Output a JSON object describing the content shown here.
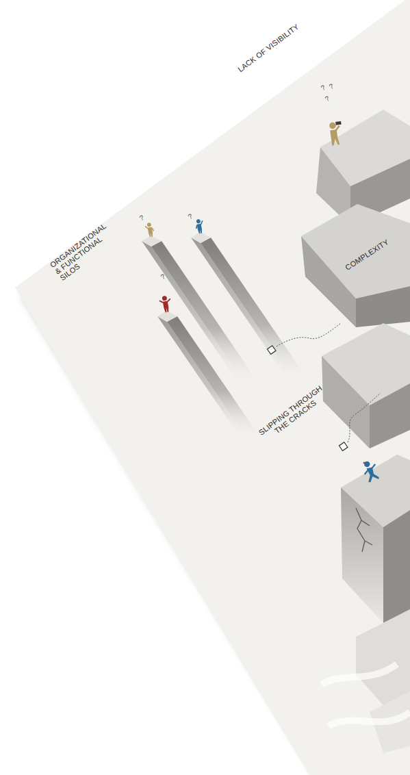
{
  "diagram": {
    "labels": [
      "LACK OF VISIBILITY",
      "?",
      "?",
      "?",
      "ORGANIZATIONAL & FUNCTIONAL SILOS",
      "?",
      "?",
      "?",
      "COMPLEXITY",
      "SLIPPING THROUGH THE CRACKS"
    ]
  }
}
